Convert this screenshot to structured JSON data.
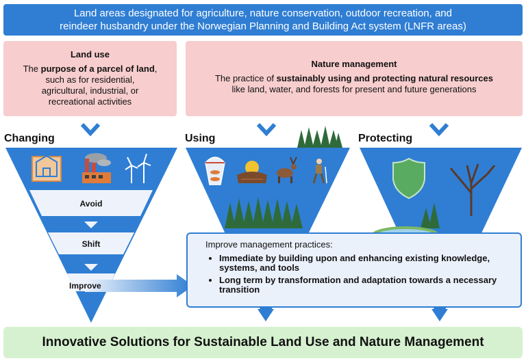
{
  "banner": {
    "line1": "Land areas designated for agriculture, nature conservation, outdoor recreation, and",
    "line2": "reindeer husbandry under the Norwegian Planning and Building Act system (LNFR areas)"
  },
  "land_use": {
    "title": "Land use",
    "line1_pre": "The ",
    "line1_bold": "purpose of a parcel of land",
    "line1_post": ",",
    "line2": "such as for residential,",
    "line3": "agricultural, industrial, or",
    "line4": "recreational activities"
  },
  "nature_management": {
    "title": "Nature management",
    "line1_pre": "The practice of ",
    "line1_bold": "sustainably using and protecting natural resources",
    "line2": "like land, water, and forests for present and future generations"
  },
  "sections": {
    "changing": "Changing",
    "using": "Using",
    "protecting": "Protecting"
  },
  "steps": {
    "avoid": "Avoid",
    "shift": "Shift",
    "improve": "Improve"
  },
  "practices": {
    "intro": "Improve management practices:",
    "bullet1": "Immediate by building upon and enhancing existing knowledge, systems, and tools",
    "bullet2": "Long term by transformation and adaptation towards a necessary transition"
  },
  "footer": "Innovative Solutions for Sustainable Land Use and Nature Management",
  "icons": [
    "map-house-icon",
    "factory-icon",
    "wind-turbine-icon",
    "fish-net-icon",
    "sun-field-icon",
    "reindeer-icon",
    "hiker-icon",
    "forest-icon",
    "shield-icon",
    "bare-tree-icon",
    "lake-icon"
  ],
  "colors": {
    "blue": "#2f7ed3",
    "pink": "#f7cdcd",
    "light_blue": "#ebf1fb",
    "green": "#d6f1cf"
  }
}
